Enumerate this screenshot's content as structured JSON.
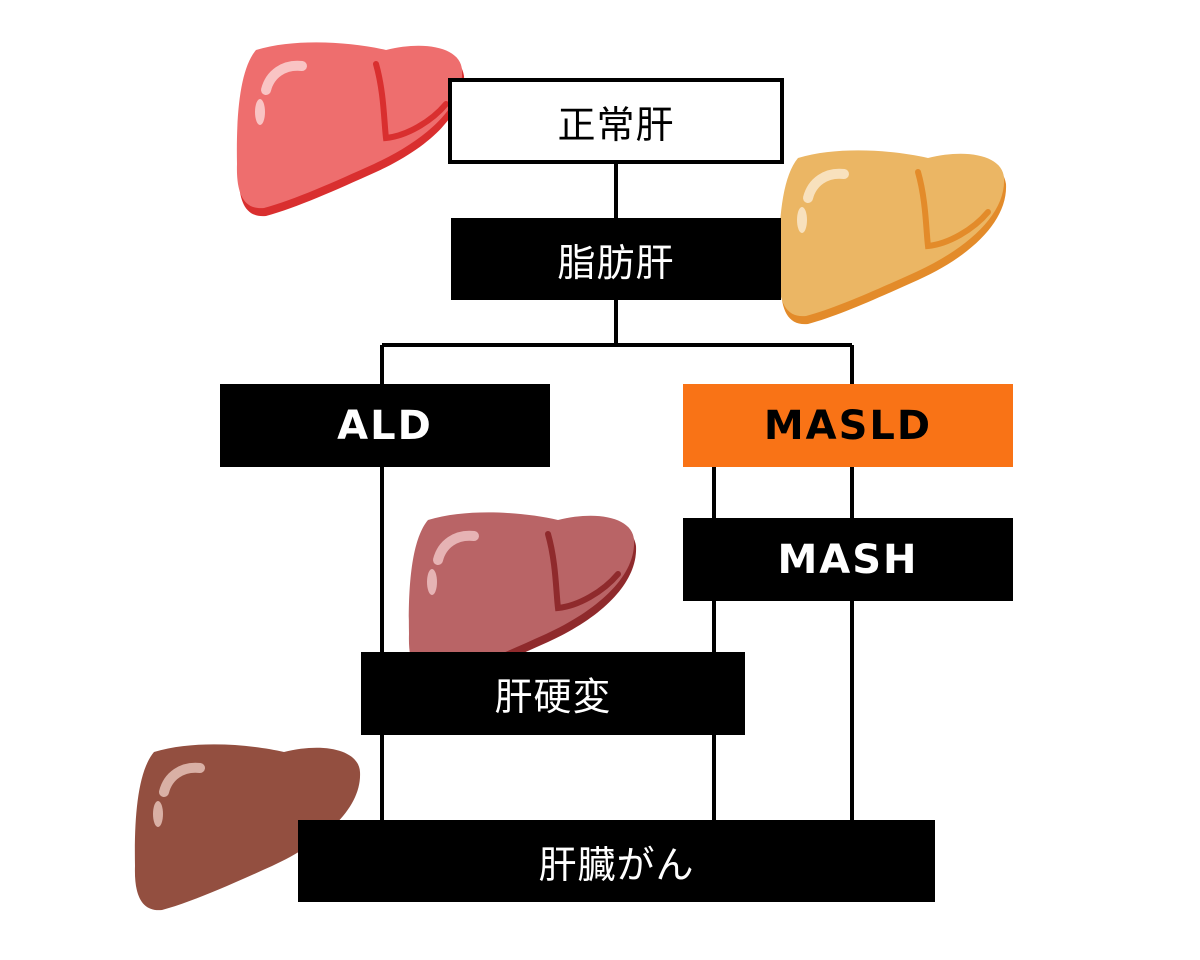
{
  "nodes": {
    "normal": {
      "label": "正常肝"
    },
    "fatty": {
      "label": "脂肪肝"
    },
    "ald": {
      "label": "ALD"
    },
    "masld": {
      "label": "MASLD"
    },
    "mash": {
      "label": "MASH"
    },
    "cirrhosis": {
      "label": "肝硬変"
    },
    "cancer": {
      "label": "肝臓がん"
    }
  },
  "colors": {
    "box": "#000000",
    "accent": "#f97316",
    "liver_normal": "#ee6e6e",
    "liver_fatty": "#ebb664",
    "liver_cirrhosis": "#b96466",
    "liver_cancer": "#934f40"
  },
  "icons": {
    "normal": "liver-icon",
    "fatty": "liver-icon",
    "cirrhosis": "liver-icon",
    "cancer": "liver-icon"
  }
}
